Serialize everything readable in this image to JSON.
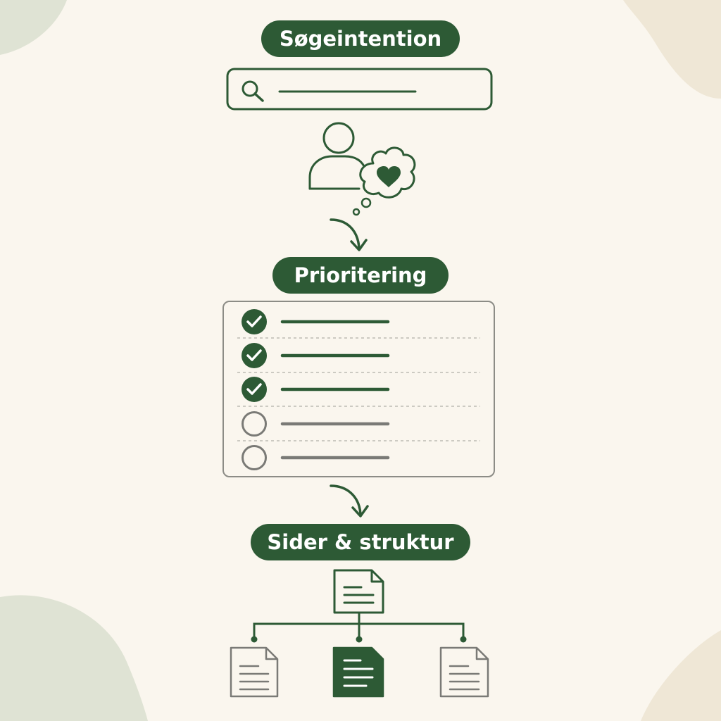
{
  "steps": {
    "search_intent": "Søgeintention",
    "prioritization": "Prioritering",
    "pages_structure": "Sider & struktur"
  },
  "checklist": {
    "items": [
      {
        "checked": true
      },
      {
        "checked": true
      },
      {
        "checked": true
      },
      {
        "checked": false
      },
      {
        "checked": false
      }
    ]
  },
  "colors": {
    "background": "#faf6ee",
    "primary_green": "#2d5a35",
    "muted_gray": "#7a7a76",
    "pill_text": "#ffffff"
  },
  "icons": [
    "search-icon",
    "user-icon",
    "heart-thought-icon",
    "arrow-down-icon",
    "check-circle-icon",
    "empty-circle-icon",
    "document-icon"
  ]
}
